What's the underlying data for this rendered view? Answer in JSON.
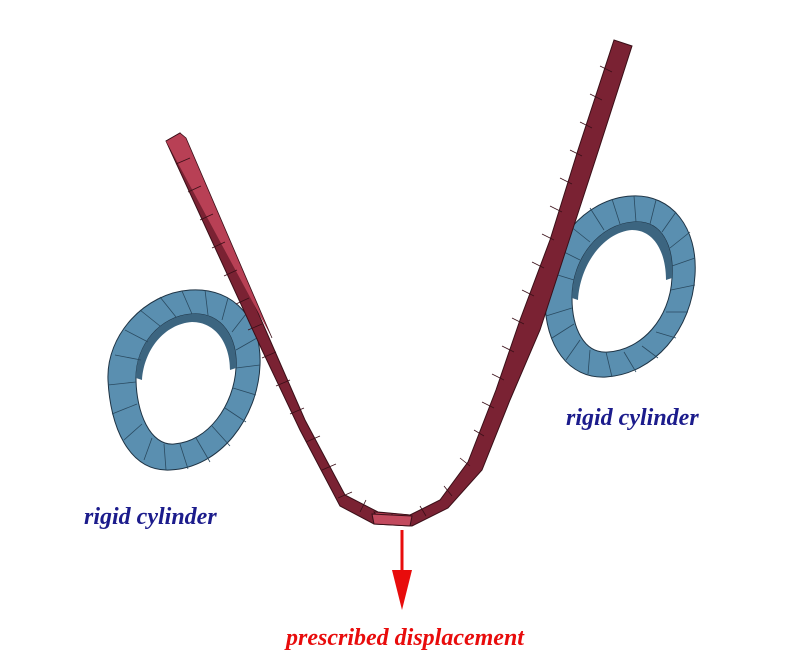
{
  "labels": {
    "left_cylinder": "rigid cylinder",
    "right_cylinder": "rigid cylinder",
    "displacement": "prescribed displacement"
  },
  "colors": {
    "background": "#ffffff",
    "cylinder": "#5a8fb0",
    "cylinder_dark": "#436f8c",
    "beam_top": "#b84055",
    "beam_side": "#7a2233",
    "label_cylinder": "#1c1c8c",
    "label_displacement": "#e80c0c"
  }
}
